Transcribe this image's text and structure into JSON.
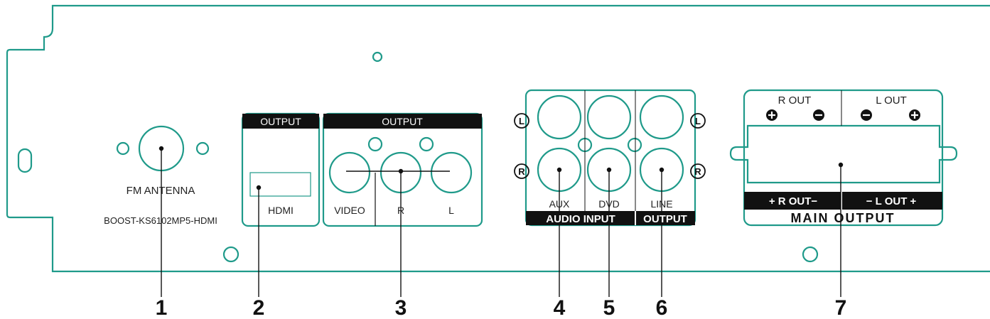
{
  "colors": {
    "outline": "#1f9a8a",
    "ink": "#111111",
    "background": "#ffffff"
  },
  "antenna": {
    "label": "FM ANTENNA",
    "model": "BOOST-KS6102MP5-HDMI"
  },
  "hdmi_box": {
    "header": "OUTPUT",
    "port_label": "HDMI"
  },
  "av_box": {
    "header": "OUTPUT",
    "labels": [
      "VIDEO",
      "R",
      "L"
    ]
  },
  "audio_box": {
    "left_marker": "L",
    "right_marker": "R",
    "column_labels": [
      "AUX",
      "DVD",
      "LINE"
    ],
    "footer_input": "AUDIO INPUT",
    "footer_output": "OUTPUT"
  },
  "main_output": {
    "r_out": "R OUT",
    "l_out": "L OUT",
    "plus": "+",
    "minus": "−",
    "bar_left": "+ R OUT−",
    "bar_right": "− L OUT +",
    "title": "MAIN OUTPUT"
  },
  "callouts": [
    "1",
    "2",
    "3",
    "4",
    "5",
    "6",
    "7"
  ]
}
